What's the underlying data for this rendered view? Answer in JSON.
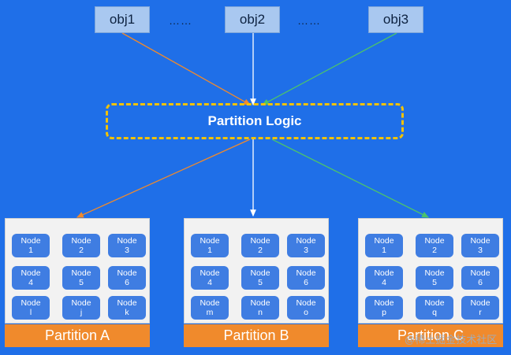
{
  "objects": [
    "obj1",
    "obj2",
    "obj3"
  ],
  "ellipsis": "……",
  "logic_label": "Partition Logic",
  "partitions": [
    {
      "label": "Partition A",
      "nodes": [
        {
          "title": "Node",
          "id": "1"
        },
        {
          "title": "Node",
          "id": "2"
        },
        {
          "title": "Node",
          "id": "3"
        },
        {
          "title": "Node",
          "id": "4"
        },
        {
          "title": "Node",
          "id": "5"
        },
        {
          "title": "Node",
          "id": "6"
        },
        {
          "title": "Node",
          "id": "l"
        },
        {
          "title": "Node",
          "id": "j"
        },
        {
          "title": "Node",
          "id": "k"
        }
      ]
    },
    {
      "label": "Partition B",
      "nodes": [
        {
          "title": "Node",
          "id": "1"
        },
        {
          "title": "Node",
          "id": "2"
        },
        {
          "title": "Node",
          "id": "3"
        },
        {
          "title": "Node",
          "id": "4"
        },
        {
          "title": "Node",
          "id": "5"
        },
        {
          "title": "Node",
          "id": "6"
        },
        {
          "title": "Node",
          "id": "m"
        },
        {
          "title": "Node",
          "id": "n"
        },
        {
          "title": "Node",
          "id": "o"
        }
      ]
    },
    {
      "label": "Partition C",
      "nodes": [
        {
          "title": "Node",
          "id": "1"
        },
        {
          "title": "Node",
          "id": "2"
        },
        {
          "title": "Node",
          "id": "3"
        },
        {
          "title": "Node",
          "id": "4"
        },
        {
          "title": "Node",
          "id": "5"
        },
        {
          "title": "Node",
          "id": "6"
        },
        {
          "title": "Node",
          "id": "p"
        },
        {
          "title": "Node",
          "id": "q"
        },
        {
          "title": "Node",
          "id": "r"
        }
      ]
    }
  ],
  "watermark": "@稀土掘金技术社区",
  "colors": {
    "background": "#1f6fe8",
    "arrow_left": "#f08a2c",
    "arrow_center": "#ffffff",
    "arrow_right": "#4cc36b",
    "logic_border": "#f2c200",
    "partition_label": "#f08a2c",
    "node": "#3f7de2"
  }
}
